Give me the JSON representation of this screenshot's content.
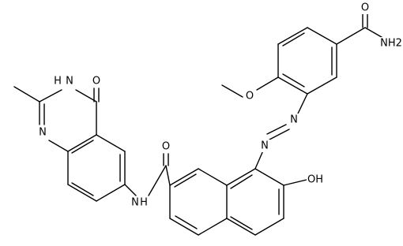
{
  "atom_labels": {
    "amide_carbonyl_O": "O",
    "amide_NH2": "NH2",
    "methoxy_O": "O",
    "azo_N_upper": "N",
    "azo_N_lower": "N",
    "hydroxyl": "OH",
    "carboxamide_O": "O",
    "carboxamide_NH": "N",
    "carboxamide_H": "H",
    "quinazolinone_O": "O",
    "quinazolinone_N3": "N",
    "quinazolinone_H3": "H",
    "quinazolinone_N1": "N"
  }
}
